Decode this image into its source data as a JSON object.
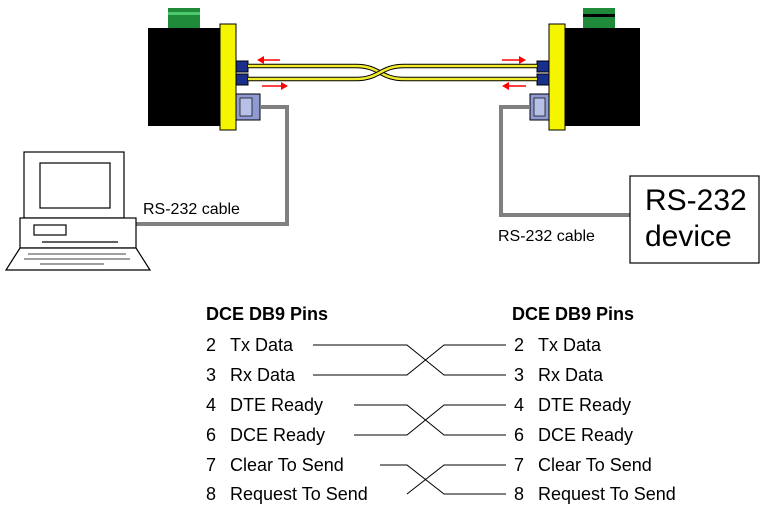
{
  "left_cable_label": "RS-232 cable",
  "right_cable_label": "RS-232 cable",
  "device_label_line1": "RS-232",
  "device_label_line2": "device",
  "left_header": "DCE DB9 Pins",
  "right_header": "DCE DB9 Pins",
  "pins": [
    {
      "num": "2",
      "label": "Tx Data"
    },
    {
      "num": "3",
      "label": "Rx Data"
    },
    {
      "num": "4",
      "label": "DTE Ready"
    },
    {
      "num": "6",
      "label": "DCE Ready"
    },
    {
      "num": "7",
      "label": "Clear To Send"
    },
    {
      "num": "8",
      "label": "Request To Send"
    }
  ],
  "colors": {
    "converter_body": "#000000",
    "converter_face": "#f5f500",
    "terminal_block": "#1f8a3a",
    "fiber": "#f2ec2c",
    "arrow": "#ff0000",
    "copper_cable": "#808080",
    "db9_connector": "#8f9ad2"
  }
}
